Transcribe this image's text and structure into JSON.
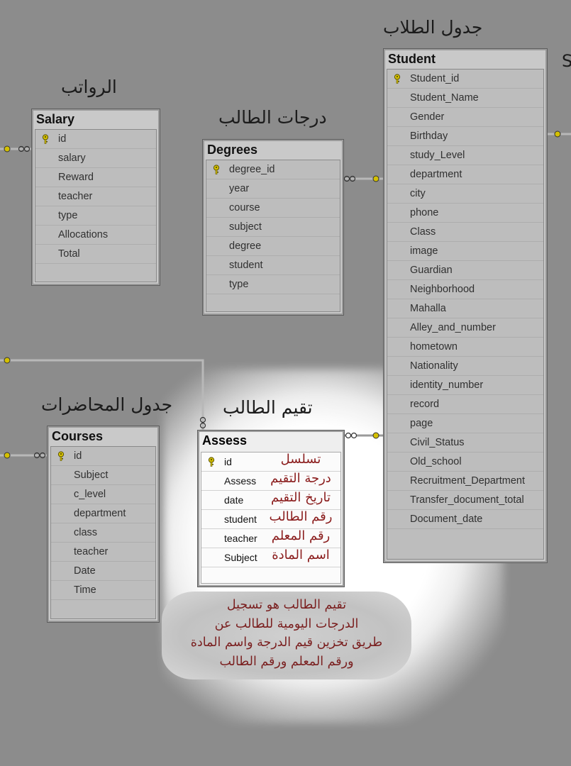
{
  "headings": {
    "student": "جدول الطلاب",
    "salary": "الرواتب",
    "degrees": "درجات الطالب",
    "courses": "جدول المحاضرات",
    "assess": "تقيم الطالب",
    "edge_letter": "S"
  },
  "tables": {
    "student": {
      "name": "Student",
      "fields": [
        "Student_id",
        "Student_Name",
        "Gender",
        "Birthday",
        "study_Level",
        "department",
        "city",
        "phone",
        "Class",
        "image",
        "Guardian",
        "Neighborhood",
        "Mahalla",
        "Alley_and_number",
        "hometown",
        "Nationality",
        "identity_number",
        "record",
        "page",
        "Civil_Status",
        "Old_school",
        "Recruitment_Department",
        "Transfer_document_total",
        "Document_date"
      ]
    },
    "salary": {
      "name": "Salary",
      "fields": [
        "id",
        "salary",
        "Reward",
        "teacher",
        "type",
        "Allocations",
        "Total"
      ]
    },
    "degrees": {
      "name": "Degrees",
      "fields": [
        "degree_id",
        "year",
        "course",
        "subject",
        "degree",
        "student",
        "type"
      ]
    },
    "courses": {
      "name": "Courses",
      "fields": [
        "id",
        "Subject",
        "c_level",
        "department",
        "class",
        "teacher",
        "Date",
        "Time"
      ]
    },
    "assess": {
      "name": "Assess",
      "fields": [
        "id",
        "Assess",
        "date",
        "student",
        "teacher",
        "Subject"
      ],
      "arabic_labels": [
        "تسلسل",
        "درجة التقيم",
        "تاريخ التقيم",
        "رقم الطالب",
        "رقم المعلم",
        "اسم المادة"
      ]
    }
  },
  "note": {
    "lines": [
      "تقيم الطالب هو تسجيل",
      "الدرجات اليومية للطالب عن",
      "طريق تخزين قيم الدرجة واسم المادة",
      "ورقم المعلم ورقم الطالب"
    ]
  },
  "colors": {
    "background_dim": "#8c8c8c",
    "arabic_label": "#8a1c1c",
    "connector_key": "#d4c000"
  }
}
